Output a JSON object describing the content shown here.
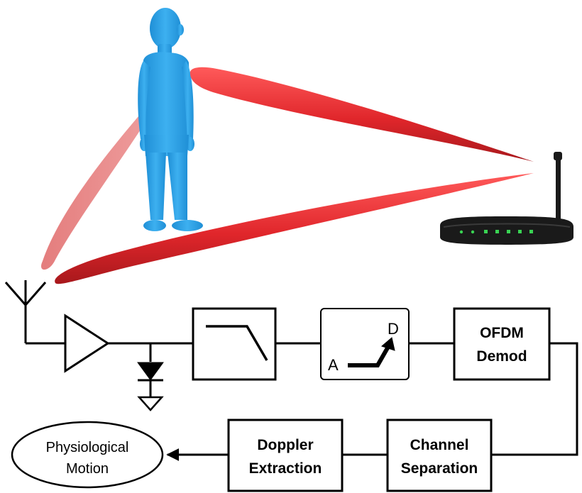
{
  "blocks": {
    "ad_converter": {
      "input_label": "A",
      "output_label": "D"
    },
    "ofdm_demod": {
      "line1": "OFDM",
      "line2": "Demod"
    },
    "channel_separation": {
      "line1": "Channel",
      "line2": "Separation"
    },
    "doppler_extraction": {
      "line1": "Doppler",
      "line2": "Extraction"
    },
    "output": {
      "line1": "Physiological",
      "line2": "Motion"
    }
  },
  "colors": {
    "person": "#2ea3e6",
    "beam_strong": "#e0262b",
    "beam_weak": "#e88080",
    "router": "#1a1a1a",
    "router_led": "#39d353",
    "block_stroke": "#000000"
  },
  "icons": [
    "antenna-icon",
    "amplifier-icon",
    "diode-icon",
    "ground-icon",
    "lowpass-filter-icon",
    "router-icon",
    "person-icon"
  ]
}
